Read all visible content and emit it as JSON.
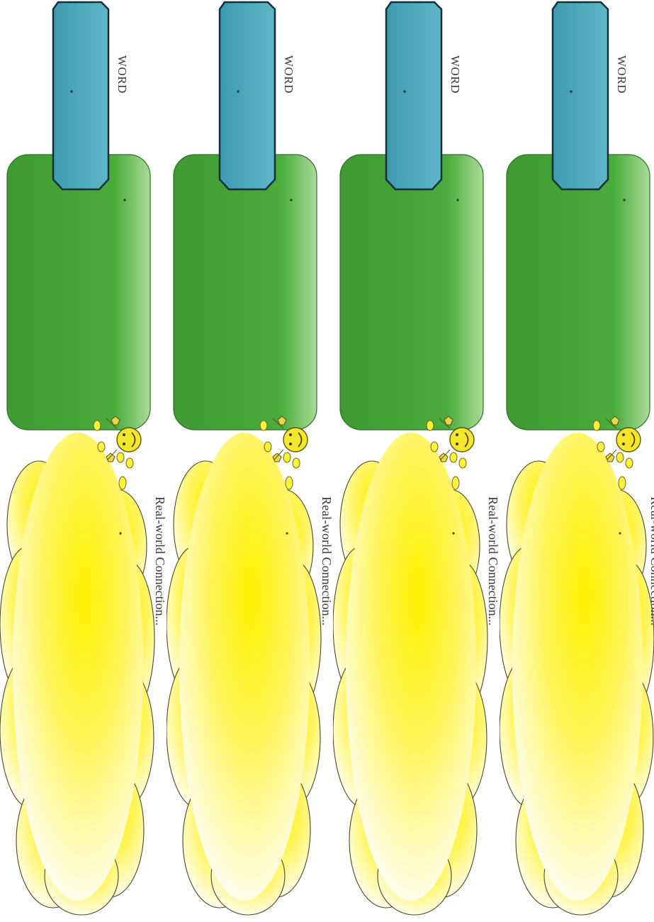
{
  "cards": [
    {
      "word_label": "WORD",
      "connection_label": "Real-world Connection..."
    },
    {
      "word_label": "WORD",
      "connection_label": "Real-world Connection..."
    },
    {
      "word_label": "WORD",
      "connection_label": "Real-world Connection..."
    },
    {
      "word_label": "WORD",
      "connection_label": "Real-world Connection..."
    }
  ],
  "colors": {
    "word_tab": "#4aa3b8",
    "definition_box": "#47a83a",
    "thought_cloud": "#fff23a",
    "smiley": "#f4e62a"
  }
}
